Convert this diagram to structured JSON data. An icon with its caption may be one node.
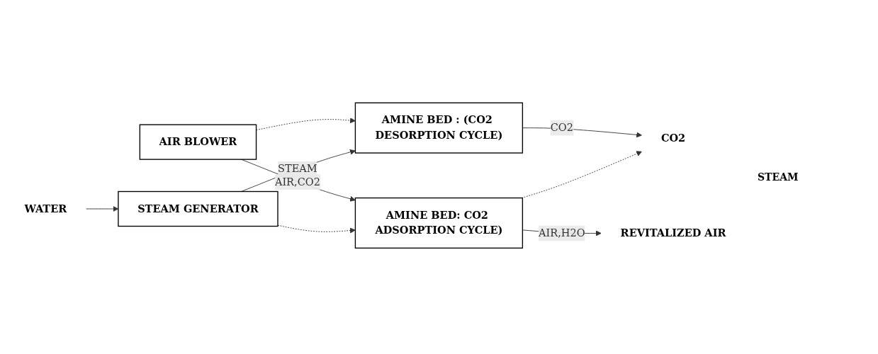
{
  "diagram": {
    "nodes": [
      {
        "text": [
          "AIR BLOWER"
        ]
      },
      {
        "text": [
          "AMINE BED : (CO2 DESORPTION CYCLE)"
        ]
      },
      {
        "text": [
          "AMINE BED: CO2 ADSORPTION CYCLE)"
        ]
      },
      {
        "text": [
          "STEAM GENERATOR"
        ]
      },
      {
        "text": [
          "CO2"
        ]
      },
      {
        "text": [
          "REVITALIZED AIR"
        ]
      },
      {
        "text": [
          "WATER"
        ]
      }
    ],
    "edges": [
      {
        "from": 0,
        "to": 1,
        "arrow": "to",
        "style": "dashed"
      },
      {
        "from": 0,
        "to": 2,
        "arrow": "to",
        "label": "AIR,CO2"
      },
      {
        "from": 1,
        "to": 4,
        "arrow": "to",
        "label": "CO2"
      },
      {
        "from": 2,
        "to": 4,
        "arrow": "to",
        "style": "dashed"
      },
      {
        "from": 2,
        "to": 5,
        "arrow": "to",
        "label": "AIR,H2O"
      },
      {
        "from": 6,
        "to": 3,
        "arrow": "to"
      },
      {
        "from": 3,
        "to": 1,
        "arrow": "to",
        "label": "STEAM"
      },
      {
        "from": 3,
        "to": 2,
        "arrow": "to",
        "style": "dashed"
      }
    ],
    "labels": [
      "STEAM"
    ]
  }
}
